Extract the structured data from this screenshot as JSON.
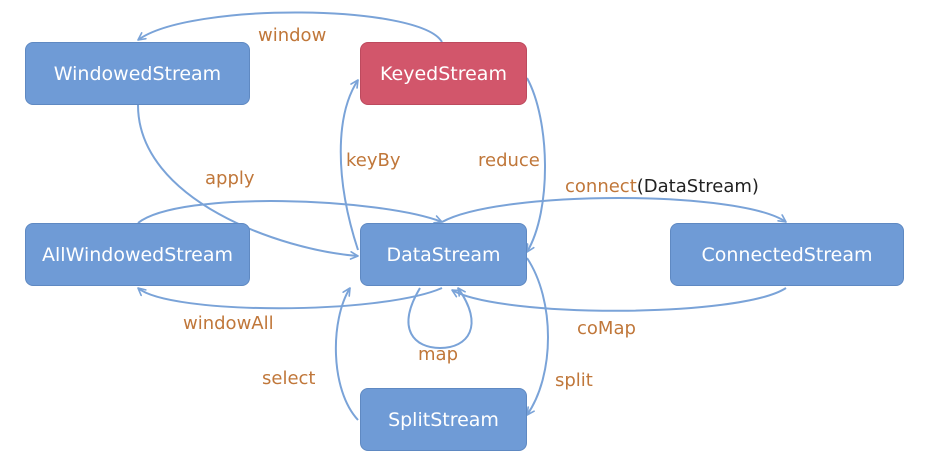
{
  "colors": {
    "node_fill": "#6f9bd6",
    "node_border": "#5f89c2",
    "highlight_fill": "#d2566b",
    "highlight_border": "#bd4a5e",
    "edge": "#7aa3d8",
    "label": "#c0773a"
  },
  "nodes": {
    "windowed": "WindowedStream",
    "keyed": "KeyedStream",
    "allwindowed": "AllWindowedStream",
    "datastream": "DataStream",
    "connected": "ConnectedStream",
    "split": "SplitStream"
  },
  "labels": {
    "window": "window",
    "apply": "apply",
    "keyby": "keyBy",
    "reduce": "reduce",
    "connect": "connect",
    "connect_arg": "(DataStream)",
    "windowall": "windowAll",
    "comap": "coMap",
    "map": "map",
    "select": "select",
    "split": "split"
  }
}
